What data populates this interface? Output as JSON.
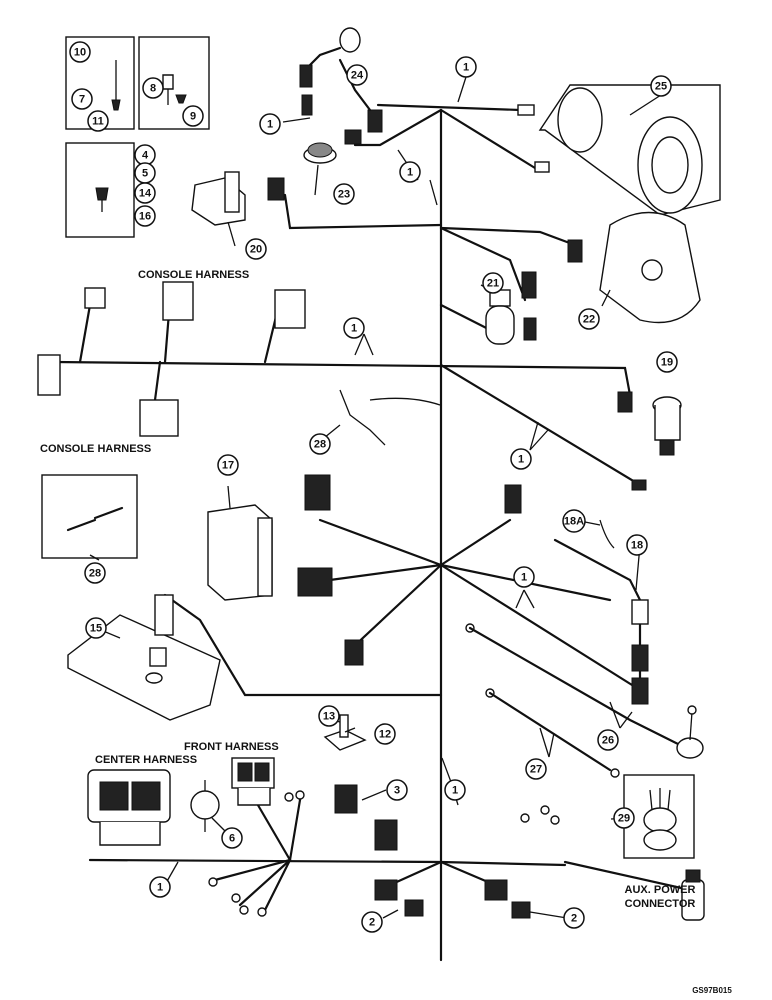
{
  "labels": {
    "console_harness_top": "CONSOLE HARNESS",
    "console_harness_left": "CONSOLE HARNESS",
    "center_harness": "CENTER HARNESS",
    "front_harness": "FRONT HARNESS",
    "aux_power_line1": "AUX. POWER",
    "aux_power_line2": "CONNECTOR",
    "figure_code": "GS97B015"
  },
  "callouts": [
    "10",
    "7",
    "11",
    "8",
    "9",
    "4",
    "5",
    "14",
    "16",
    "1",
    "24",
    "1",
    "1",
    "23",
    "25",
    "20",
    "21",
    "22",
    "1",
    "19",
    "28",
    "1",
    "17",
    "28",
    "18A",
    "18",
    "1",
    "15",
    "13",
    "12",
    "26",
    "27",
    "1",
    "3",
    "6",
    "29",
    "1",
    "2",
    "2"
  ]
}
